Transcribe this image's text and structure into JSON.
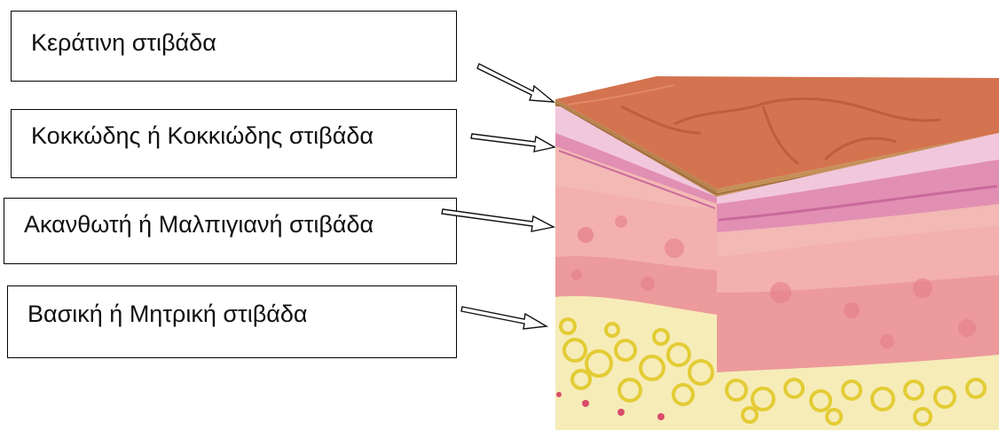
{
  "labels": [
    {
      "text": "Κεράτινη στιβάδα"
    },
    {
      "text": "Κοκκώδης ή Κοκκιώδης στιβάδα"
    },
    {
      "text": "Ακανθωτή ή Μαλπιγιανή στιβάδα"
    },
    {
      "text": "Βασική ή Μητρική στιβάδα"
    }
  ],
  "colors": {
    "stratum_corneum_top": "#d4734f",
    "stratum_corneum_edge": "#b8834e",
    "granular_layer": "#e28fb4",
    "spinous_layer": "#f3b9b4",
    "basal_layer": "#ec9a9c",
    "fat_layer": "#f6ecb8",
    "fat_cells": "#e3cc35"
  }
}
